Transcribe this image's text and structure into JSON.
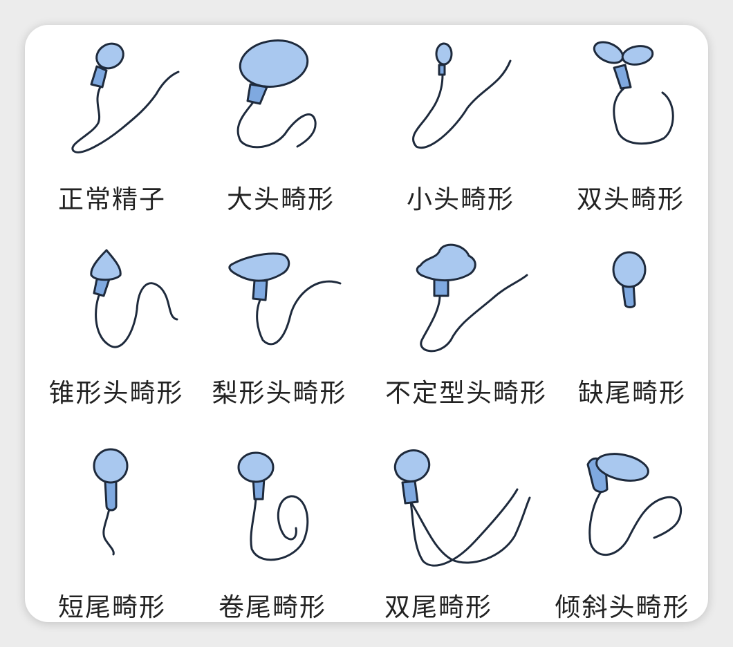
{
  "labels": {
    "normal": "正常精子",
    "big_head": "大头畸形",
    "small_head": "小头畸形",
    "double_head": "双头畸形",
    "cone_head": "锥形头畸形",
    "pear_head": "梨形头畸形",
    "amorphous_head": "不定型头畸形",
    "tailless": "缺尾畸形",
    "short_tail": "短尾畸形",
    "coiled_tail": "卷尾畸形",
    "double_tail": "双尾畸形",
    "tilted_head": "倾斜头畸形"
  },
  "colors": {
    "head_fill": "#a9c8ef",
    "midpiece_fill": "#7fa9e0",
    "outline": "#1e2a3c",
    "card_background": "#ffffff",
    "page_background": "#ececec"
  }
}
